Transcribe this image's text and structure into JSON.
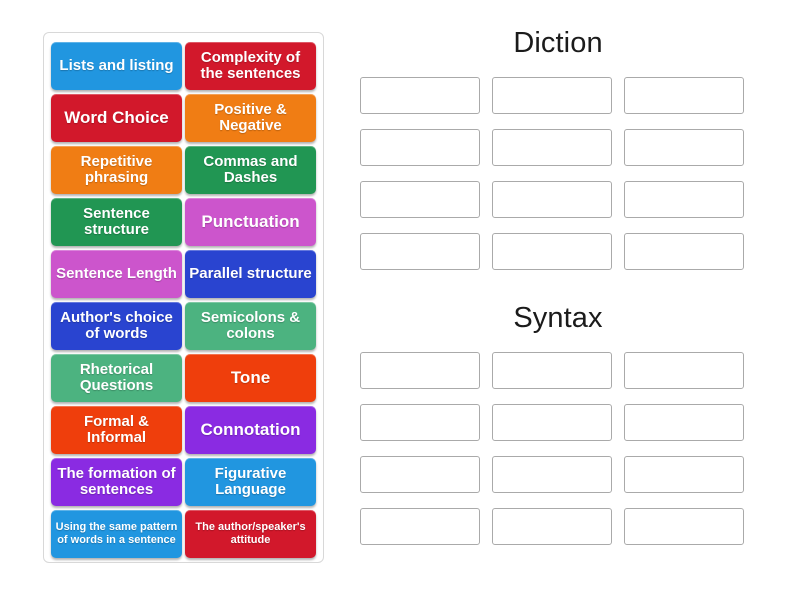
{
  "app": {
    "type": "drag-and-drop-sorting-activity"
  },
  "card_tray": {
    "name": "draggable-word-cards",
    "cards": [
      {
        "label": "Lists and listing",
        "color": "#2196e0",
        "size": "normal"
      },
      {
        "label": "Complexity of the sentences",
        "color": "#d2182b",
        "size": "normal"
      },
      {
        "label": "Word Choice",
        "color": "#d2182b",
        "size": "one-line"
      },
      {
        "label": "Positive & Negative",
        "color": "#f07d14",
        "size": "normal"
      },
      {
        "label": "Repetitive phrasing",
        "color": "#f07d14",
        "size": "normal"
      },
      {
        "label": "Commas and Dashes",
        "color": "#219653",
        "size": "normal"
      },
      {
        "label": "Sentence structure",
        "color": "#219653",
        "size": "normal"
      },
      {
        "label": "Punctuation",
        "color": "#cc55cc",
        "size": "one-line"
      },
      {
        "label": "Sentence Length",
        "color": "#cc55cc",
        "size": "normal"
      },
      {
        "label": "Parallel structure",
        "color": "#2944d0",
        "size": "normal"
      },
      {
        "label": "Author's choice of words",
        "color": "#2944d0",
        "size": "normal"
      },
      {
        "label": "Semicolons & colons",
        "color": "#4cb380",
        "size": "normal"
      },
      {
        "label": "Rhetorical Questions",
        "color": "#4cb380",
        "size": "normal"
      },
      {
        "label": "Tone",
        "color": "#ef3e0c",
        "size": "one-line"
      },
      {
        "label": "Formal & Informal",
        "color": "#ef3e0c",
        "size": "normal"
      },
      {
        "label": "Connotation",
        "color": "#8a2be2",
        "size": "one-line"
      },
      {
        "label": "The formation of sentences",
        "color": "#8a2be2",
        "size": "normal"
      },
      {
        "label": "Figurative Language",
        "color": "#2196e0",
        "size": "normal"
      },
      {
        "label": "Using the same pattern of words in a sentence",
        "color": "#2196e0",
        "size": "small"
      },
      {
        "label": "The author/speaker's attitude",
        "color": "#d2182b",
        "size": "small"
      }
    ]
  },
  "panels": [
    {
      "title": "Diction",
      "slot_count": 12,
      "slots": [
        "",
        "",
        "",
        "",
        "",
        "",
        "",
        "",
        "",
        "",
        "",
        ""
      ]
    },
    {
      "title": "Syntax",
      "slot_count": 12,
      "slots": [
        "",
        "",
        "",
        "",
        "",
        "",
        "",
        "",
        "",
        "",
        "",
        ""
      ]
    }
  ],
  "colors": {
    "slot_border": "#aaaaaa",
    "tray_border": "#d8d8d8",
    "title_text": "#1b1b1b",
    "background": "#ffffff"
  }
}
